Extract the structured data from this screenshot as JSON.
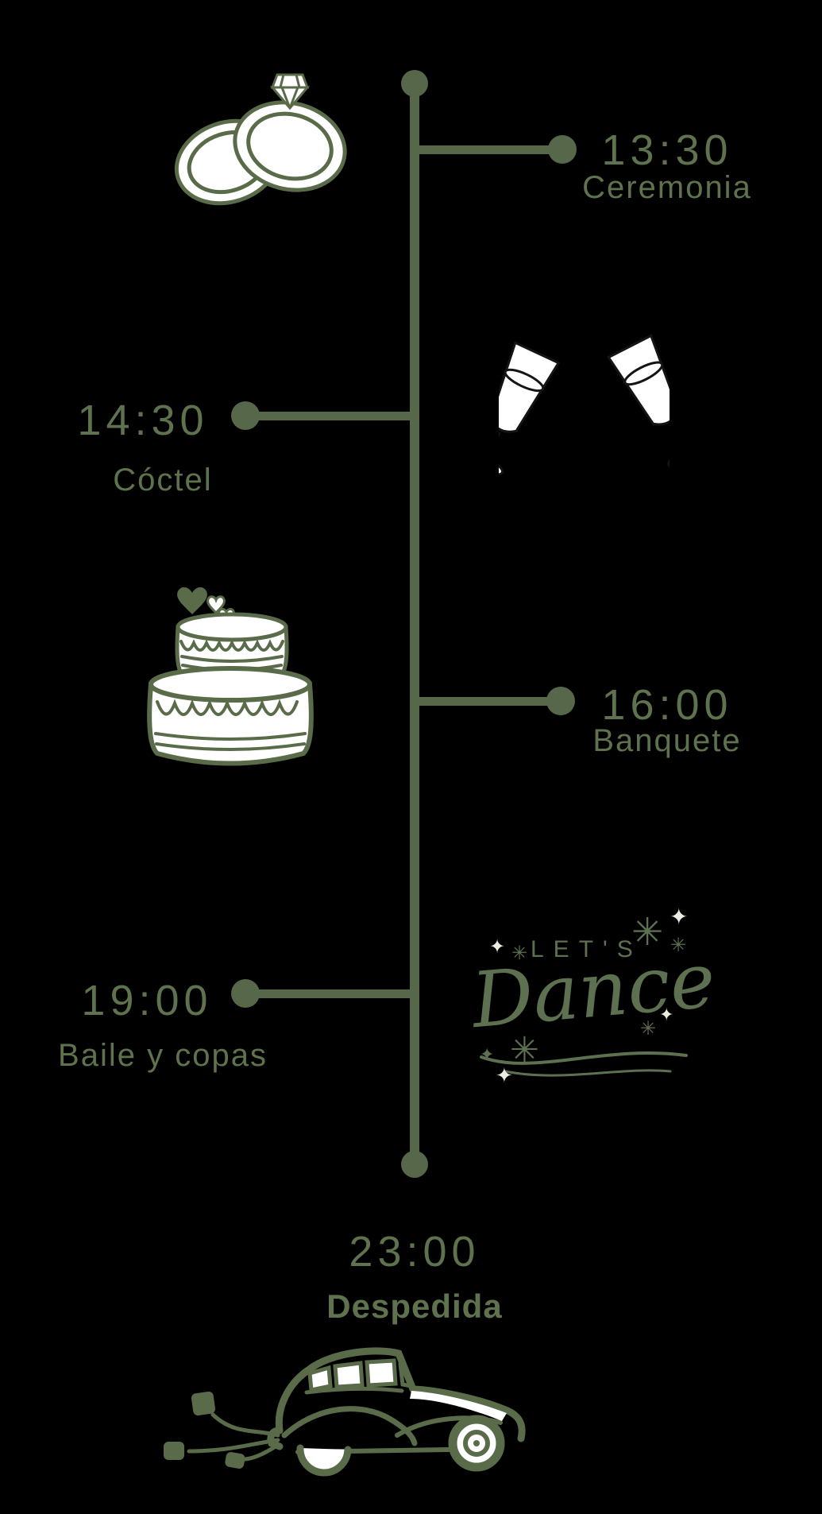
{
  "page": {
    "title": "Wedding day timeline",
    "background_color": "#000000",
    "accent_color": "#57684a",
    "text_color": "#5f724e",
    "icon_fill_color": "#ffffff",
    "glasses_stroke_color": "#141414"
  },
  "timeline": {
    "events": [
      {
        "time": "13:30",
        "label": "Ceremonia",
        "side": "right",
        "icon": "wedding-rings-icon"
      },
      {
        "time": "14:30",
        "label": "Cóctel",
        "side": "left",
        "icon": "champagne-glasses-icon"
      },
      {
        "time": "16:00",
        "label": "Banquete",
        "side": "right",
        "icon": "wedding-cake-icon"
      },
      {
        "time": "19:00",
        "label": "Baile y copas",
        "side": "left",
        "icon": "lets-dance-lettering"
      },
      {
        "time": "23:00",
        "label": "Despedida",
        "side": "bottom",
        "icon": "wedding-car-icon"
      }
    ]
  },
  "lets_dance": {
    "line1": "LET'S",
    "line2": "Dance",
    "sparkles": [
      {
        "char": "✳"
      },
      {
        "char": "✦"
      },
      {
        "char": "✳"
      },
      {
        "char": "✦"
      },
      {
        "char": "✳"
      },
      {
        "char": "✦"
      },
      {
        "char": "✳"
      },
      {
        "char": "✳"
      },
      {
        "char": "✦"
      },
      {
        "char": "✦"
      }
    ]
  }
}
